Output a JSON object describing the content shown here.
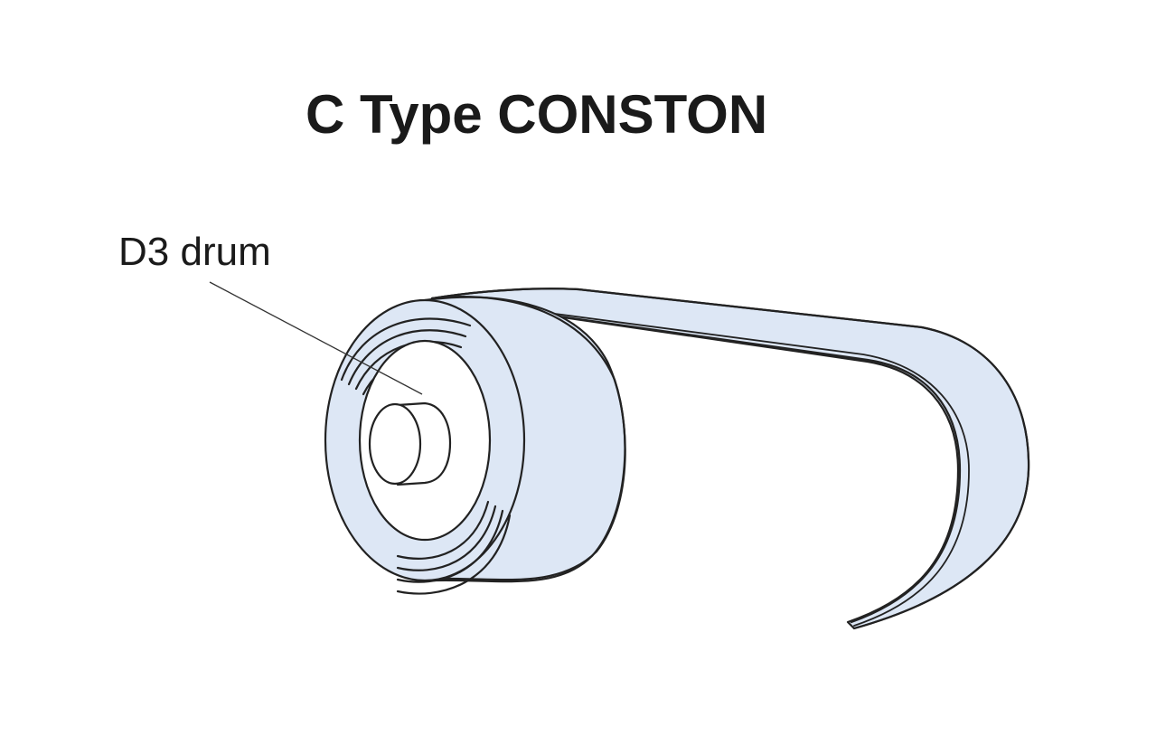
{
  "title": "C Type CONSTON",
  "labels": {
    "drum": "D3 drum"
  },
  "colors": {
    "fill": "#dde7f5",
    "stroke": "#222222",
    "background": "#ffffff"
  },
  "components": [
    {
      "name": "coil-roll",
      "description": "Coiled spring band roll"
    },
    {
      "name": "d3-drum",
      "description": "Central drum the band is wound on"
    },
    {
      "name": "extended-band",
      "description": "Band extending from roll and curling down"
    }
  ]
}
